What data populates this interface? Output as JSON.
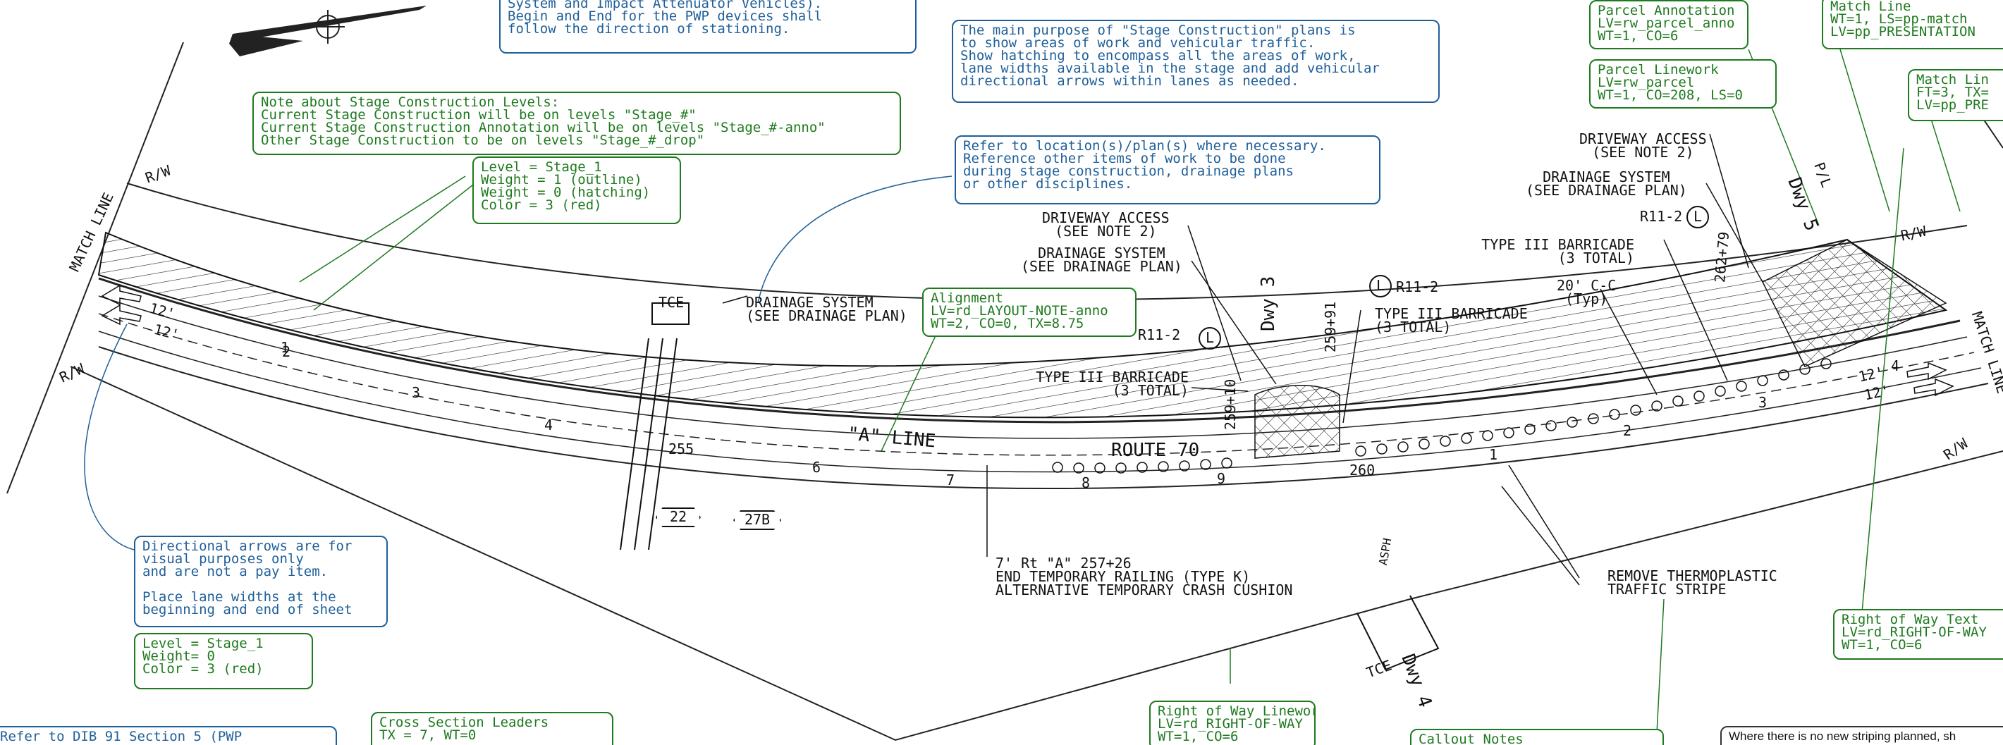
{
  "notes": {
    "pwp_top": "System and Impact Attenuator Vehicles).\nBegin and End for the PWP devices shall\nfollow the direction of stationing.",
    "stage_levels": "Note about Stage Construction Levels:\nCurrent Stage Construction will be on levels \"Stage_#\"\nCurrent Stage Construction Annotation will be on levels \"Stage_#-anno\"\nOther Stage Construction to be on levels \"Stage_#_drop\"",
    "level_stage1_top": "Level = Stage_1\nWeight = 1 (outline)\nWeight = 0 (hatching)\nColor = 3 (red)",
    "main_purpose": "The main purpose of \"Stage Construction\" plans is\nto show areas of work and vehicular traffic.\nShow hatching to encompass all the areas of work,\nlane widths available in the stage and add vehicular\ndirectional arrows within lanes as needed.",
    "refer_location": "Refer to location(s)/plan(s) where necessary.\nReference other items of work to be done\nduring stage construction, drainage plans\nor other disciplines.",
    "alignment": "Alignment\nLV=rd_LAYOUT-NOTE-anno\nWT=2, CO=0, TX=8.75",
    "parcel_annotation": "Parcel Annotation\nLV=rw_parcel_anno\nWT=1, CO=6",
    "parcel_linework": "Parcel Linework\nLV=rw_parcel\nWT=1, CO=208, LS=0",
    "match_line_1": "Match Line\nWT=1, LS=pp-match\nLV=pp_PRESENTATION",
    "match_line_2": "Match Lin\nFT=3, TX=\nLV=pp_PRE",
    "directional_arrows": "Directional arrows are for\nvisual purposes only\nand are not a pay item.\n\nPlace lane widths at the\nbeginning and end of sheet",
    "level_stage1_bottom": "Level = Stage_1\nWeight= 0\nColor = 3 (red)",
    "refer_dib": "Refer to DIB 91 Section 5 (PWP",
    "cross_section": "Cross Section Leaders\nTX = 7, WT=0",
    "row_linework": "Right of Way Linework\nLV=rd_RIGHT-OF-WAY\nWT=1, CO=6",
    "callout_notes": "Callout Notes",
    "row_text": "Right of Way Text\nLV=rd_RIGHT-OF-WAY\nWT=1, CO=6",
    "striping_note": "Where there is no new striping planned, sh"
  },
  "labels": {
    "match_line_left": "MATCH LINE",
    "match_line_right": "MATCH LINE",
    "rw_1": "R/W",
    "rw_2": "R/W",
    "rw_3": "R/W",
    "rw_4": "R/W",
    "lane_12_a": "12'",
    "lane_12_b": "12'",
    "lane_12_c": "12'",
    "lane_12_d": "12'",
    "tce_1": "TCE",
    "tce_2": "TCE",
    "drainage_left": "DRAINAGE SYSTEM\n(SEE DRAINAGE PLAN)",
    "driveway_mid": "DRIVEWAY ACCESS\n(SEE NOTE 2)",
    "drainage_mid": "DRAINAGE SYSTEM\n(SEE DRAINAGE PLAN)",
    "r11_left": "R11-2",
    "r11_mid": "R11-2",
    "r11_right": "R11-2",
    "sign_l": "L",
    "barricade_mid": "TYPE III BARRICADE\n(3 TOTAL)",
    "barricade_left": "TYPE III BARRICADE\n(3 TOTAL)",
    "barricade_right": "TYPE III BARRICADE\n(3 TOTAL)",
    "driveway_right": "DRIVEWAY ACCESS\n(SEE NOTE 2)",
    "drainage_right": "DRAINAGE SYSTEM\n(SEE DRAINAGE PLAN)",
    "cc_20": "20' C-C\n(Typ)",
    "dwy_3": "Dwy 3",
    "dwy_4": "Dwy 4",
    "dwy_5": "Dwy 5",
    "pl": "P/L",
    "sta_259_10": "259+10",
    "sta_259_91": "259+91",
    "sta_262_79": "262+79",
    "a_line": "\"A\" LINE",
    "route_70": "ROUTE 70",
    "sta_255": "255",
    "sta_260": "260",
    "tick_1": "1",
    "tick_2": "2",
    "tick_3": "3",
    "tick_4": "4",
    "tick_6": "6",
    "tick_7": "7",
    "tick_8": "8",
    "tick_9": "9",
    "tick_1r": "1",
    "tick_2r": "2",
    "tick_3r": "3",
    "tick_4r": "4",
    "tag_22": "22",
    "tag_27b": "27B",
    "end_railing": "7' Rt \"A\" 257+26\nEND TEMPORARY RAILING (TYPE K)\nALTERNATIVE TEMPORARY CRASH CUSHION",
    "remove_stripe": "REMOVE THERMOPLASTIC\nTRAFFIC STRIPE",
    "asph": "ASPH"
  },
  "colors": {
    "note_blue": "#1f5f99",
    "note_green": "#1e7a1e",
    "linework": "#111111"
  }
}
